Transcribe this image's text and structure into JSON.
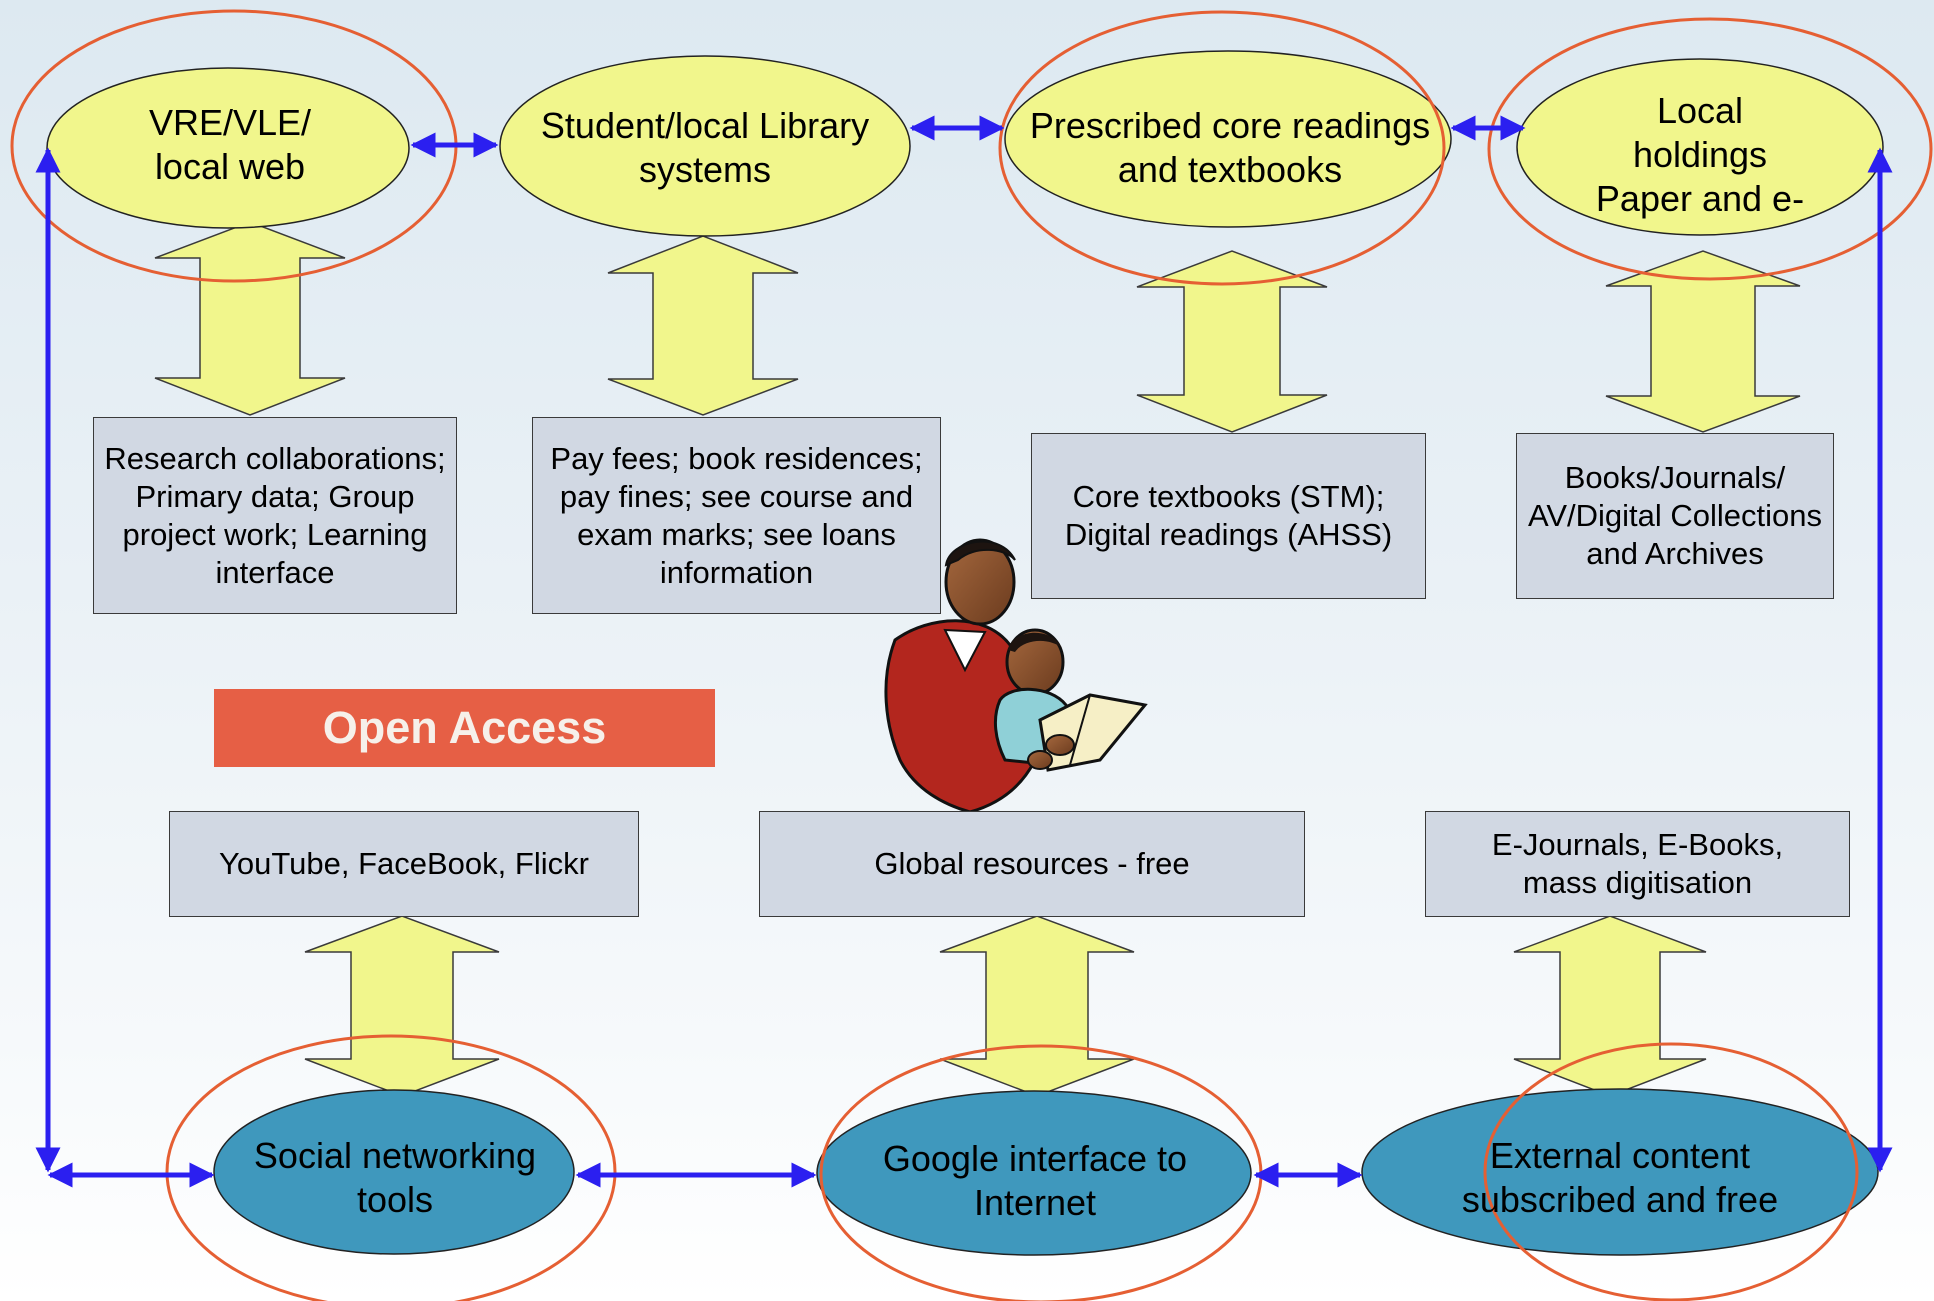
{
  "top_nodes": [
    {
      "id": "vre",
      "label_lines": [
        "VRE/VLE/",
        "local web"
      ]
    },
    {
      "id": "library",
      "label_lines": [
        "Student/local Library",
        "systems"
      ]
    },
    {
      "id": "readings",
      "label_lines": [
        "Prescribed core readings",
        "and textbooks"
      ]
    },
    {
      "id": "holdings",
      "label_lines": [
        "Local",
        "holdings",
        "Paper and e-"
      ]
    }
  ],
  "top_boxes": [
    {
      "id": "research",
      "label_lines": [
        "Research collaborations;",
        "Primary data; Group",
        "project work; Learning",
        "interface"
      ]
    },
    {
      "id": "fees",
      "label_lines": [
        "Pay fees; book residences;",
        "pay fines; see course and",
        "exam marks; see loans",
        "information"
      ]
    },
    {
      "id": "textbooks",
      "label_lines": [
        "Core textbooks (STM);",
        "Digital readings (AHSS)"
      ]
    },
    {
      "id": "collections",
      "label_lines": [
        "Books/Journals/",
        "AV/Digital Collections",
        "and Archives"
      ]
    }
  ],
  "open_access": {
    "label": "Open Access"
  },
  "bottom_boxes": [
    {
      "id": "social-sites",
      "label_lines": [
        "YouTube, FaceBook, Flickr"
      ]
    },
    {
      "id": "global",
      "label_lines": [
        "Global resources - free"
      ]
    },
    {
      "id": "ejournals",
      "label_lines": [
        "E-Journals, E-Books,",
        "mass digitisation"
      ]
    }
  ],
  "bottom_nodes": [
    {
      "id": "social",
      "label_lines": [
        "Social networking",
        "tools"
      ]
    },
    {
      "id": "google",
      "label_lines": [
        "Google interface to",
        "Internet"
      ]
    },
    {
      "id": "external",
      "label_lines": [
        "External content",
        "subscribed and free"
      ]
    }
  ],
  "colors": {
    "top_oval_fill": "#f1f68c",
    "bottom_oval_fill": "#3f98bd",
    "highlight_ring": "#e55f33",
    "connector": "#2b1ff0",
    "box_fill": "#d1d8e3",
    "open_access_fill": "#e65f45"
  },
  "illustration": {
    "icon": "parent-reading-to-child-icon"
  }
}
